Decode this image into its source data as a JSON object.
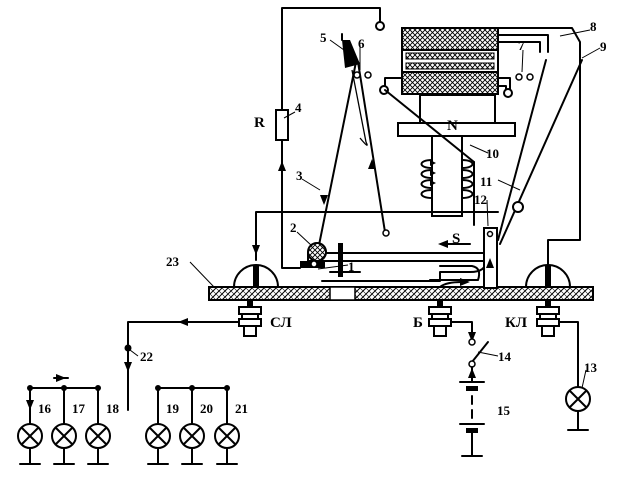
{
  "component_labels": {
    "resistor": "R",
    "pole_n": "N",
    "pole_s": "S",
    "terminal_sl": "СЛ",
    "terminal_b": "Б",
    "terminal_kl": "КЛ"
  },
  "numbers": [
    "1",
    "2",
    "3",
    "4",
    "5",
    "6",
    "7",
    "8",
    "9",
    "10",
    "11",
    "12",
    "13",
    "14",
    "15",
    "16",
    "17",
    "18",
    "19",
    "20",
    "21",
    "22",
    "23"
  ]
}
